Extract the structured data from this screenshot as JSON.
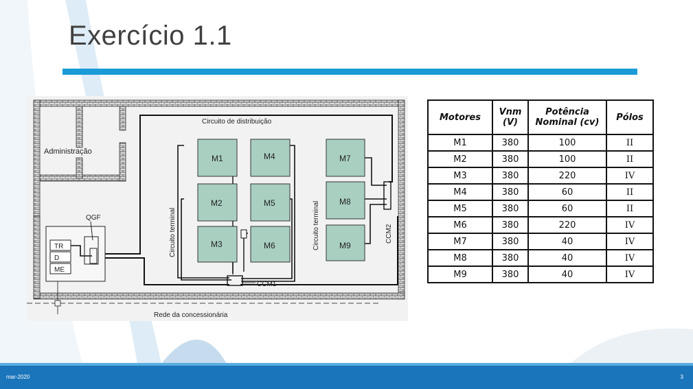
{
  "slide": {
    "title": "Exercício 1.1",
    "footer_date": "mar-2020",
    "page_number": "3",
    "accent_color": "#1a9bd7",
    "footer_color": "#1b75bb"
  },
  "diagram": {
    "building_label": "Administração",
    "distribution_label": "Circuito de distribuição",
    "terminal_label": "Circuito terminal",
    "qgf_label": "QGF",
    "panel_items": [
      "TR",
      "D",
      "ME"
    ],
    "motors": [
      "M1",
      "M2",
      "M3",
      "M4",
      "M5",
      "M6",
      "M7",
      "M8",
      "M9"
    ],
    "ccm1_label": "CCM1",
    "ccm2_label": "CCM2",
    "utility_label": "Rede da concessionária"
  },
  "table": {
    "headers": [
      "Motores",
      "Vnm (V)",
      "Potência Nominal (cv)",
      "Pólos"
    ],
    "rows": [
      [
        "M1",
        "380",
        "100",
        "II"
      ],
      [
        "M2",
        "380",
        "100",
        "II"
      ],
      [
        "M3",
        "380",
        "220",
        "IV"
      ],
      [
        "M4",
        "380",
        "60",
        "II"
      ],
      [
        "M5",
        "380",
        "60",
        "II"
      ],
      [
        "M6",
        "380",
        "220",
        "IV"
      ],
      [
        "M7",
        "380",
        "40",
        "IV"
      ],
      [
        "M8",
        "380",
        "40",
        "IV"
      ],
      [
        "M9",
        "380",
        "40",
        "IV"
      ]
    ]
  }
}
